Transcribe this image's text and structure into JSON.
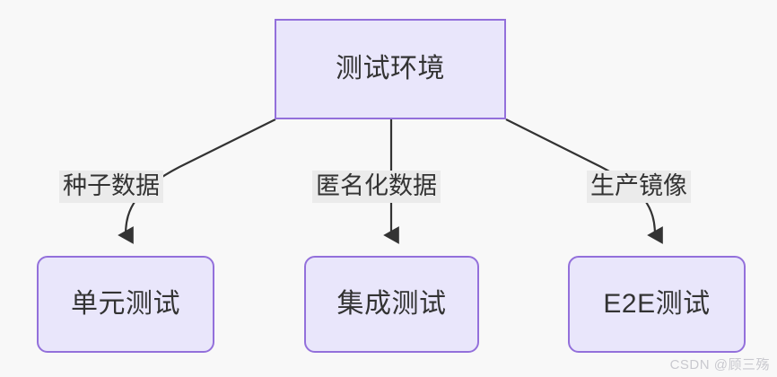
{
  "diagram": {
    "type": "flowchart",
    "direction": "top-down",
    "background_color": "#f8f8f8",
    "node_fill_color": "#e9e6fb",
    "node_border_color": "#9370db",
    "edge_color": "#333333",
    "edge_label_background": "#ebebeb",
    "text_color": "#333333",
    "root_node": {
      "id": "test-environment",
      "label": "测试环境",
      "shape": "rectangle"
    },
    "child_nodes": [
      {
        "id": "unit-test",
        "label": "单元测试",
        "shape": "rounded-rectangle"
      },
      {
        "id": "integration-test",
        "label": "集成测试",
        "shape": "rounded-rectangle"
      },
      {
        "id": "e2e-test",
        "label": "E2E测试",
        "shape": "rounded-rectangle"
      }
    ],
    "edges": [
      {
        "from": "test-environment",
        "to": "unit-test",
        "label": "种子数据",
        "arrow": "filled-triangle"
      },
      {
        "from": "test-environment",
        "to": "integration-test",
        "label": "匿名化数据",
        "arrow": "filled-triangle"
      },
      {
        "from": "test-environment",
        "to": "e2e-test",
        "label": "生产镜像",
        "arrow": "filled-triangle"
      }
    ]
  },
  "watermark": {
    "text": "CSDN @顾三殇",
    "color": "#c9c9cf"
  }
}
